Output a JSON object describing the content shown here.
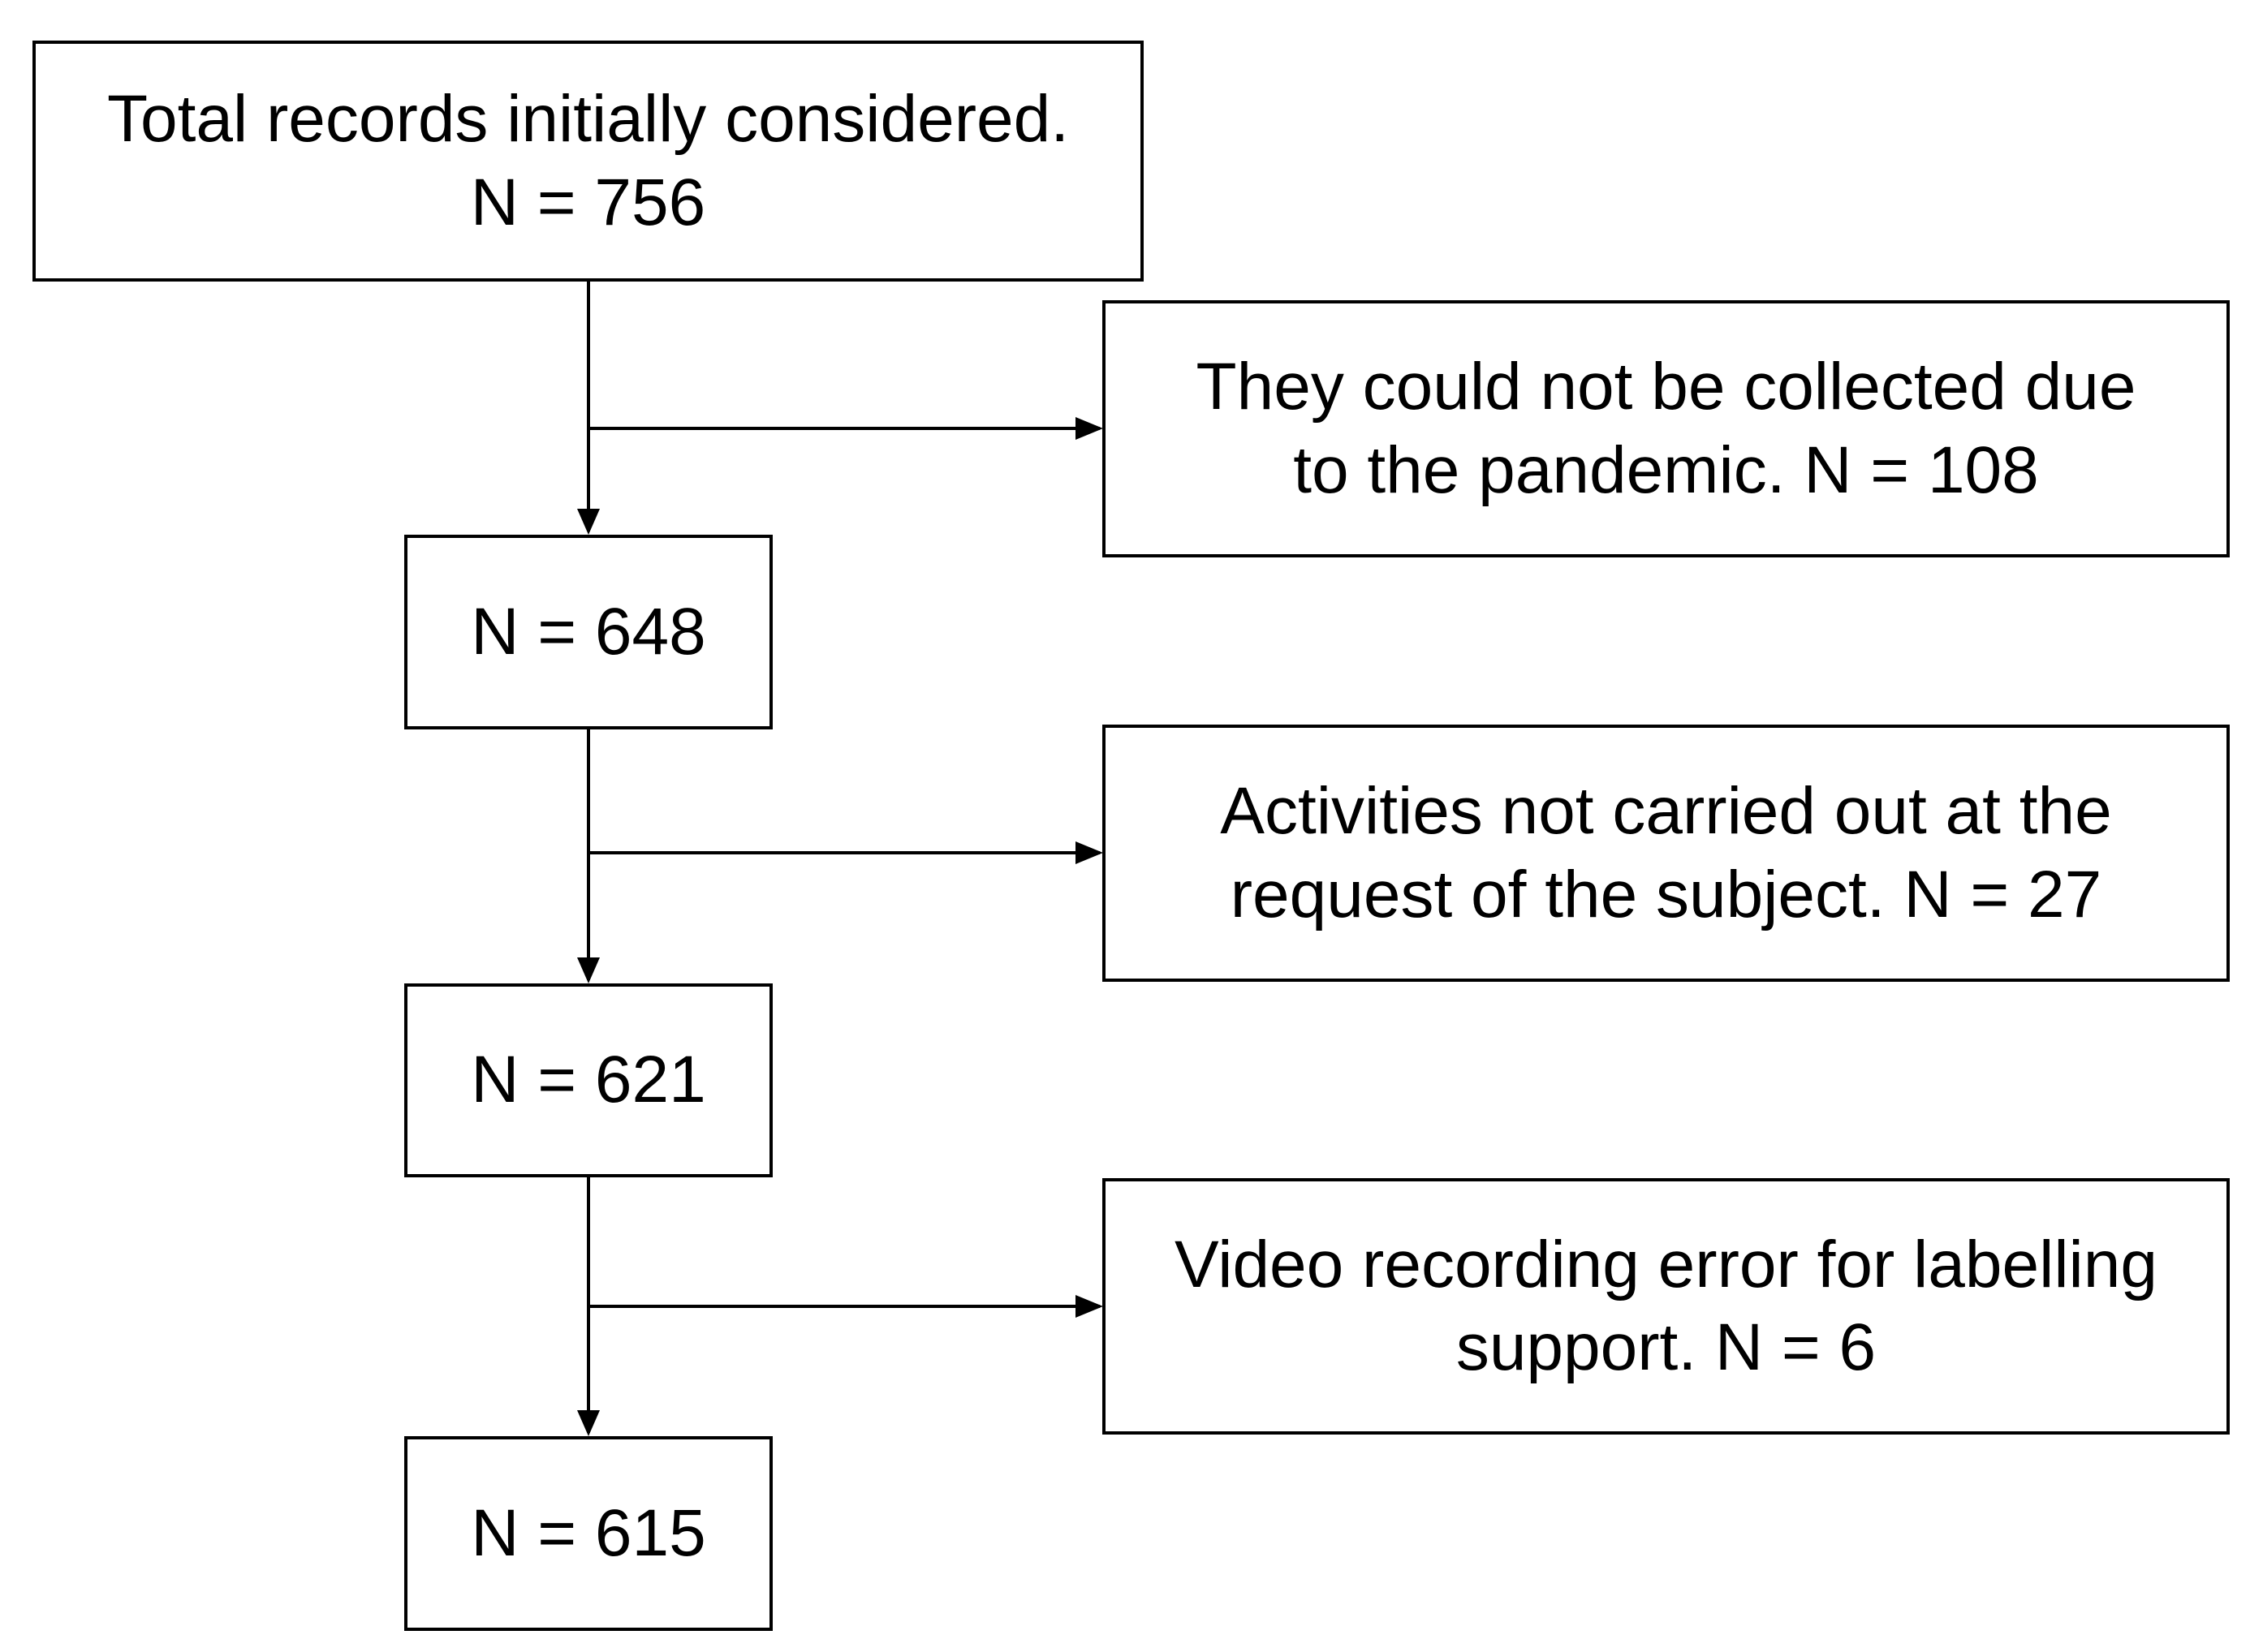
{
  "flow": {
    "start": {
      "line1": "Total records initially considered.",
      "line2": "N = 756"
    },
    "stage1": {
      "count": "N = 648"
    },
    "stage2": {
      "count": "N = 621"
    },
    "stage3": {
      "count": "N = 615"
    }
  },
  "exclusions": {
    "pandemic": {
      "line1": "They could not be collected due",
      "line2": "to the pandemic. N = 108"
    },
    "subject_request": {
      "line1": "Activities not carried out at the",
      "line2": "request of the subject. N = 27"
    },
    "video_error": {
      "line1": "Video recording error for labelling",
      "line2": "support. N = 6"
    }
  },
  "colors": {
    "stroke": "#000000",
    "background": "#ffffff"
  }
}
